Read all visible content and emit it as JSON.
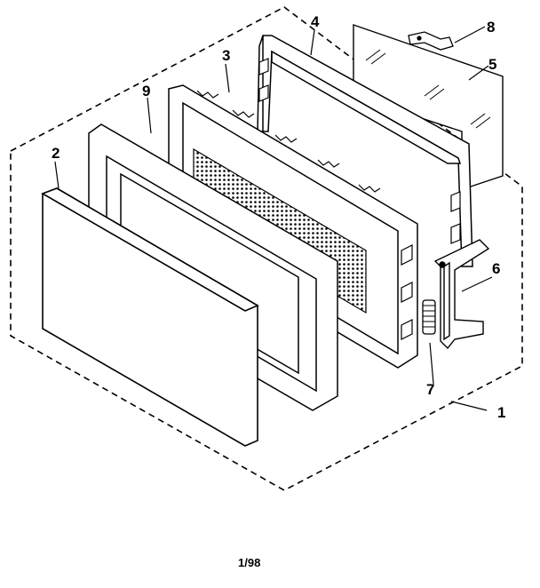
{
  "callouts": {
    "c1": "1",
    "c2": "2",
    "c3": "3",
    "c4": "4",
    "c5": "5",
    "c6": "6",
    "c7": "7",
    "c8": "8",
    "c9": "9"
  },
  "footer": {
    "code": "1/98"
  }
}
